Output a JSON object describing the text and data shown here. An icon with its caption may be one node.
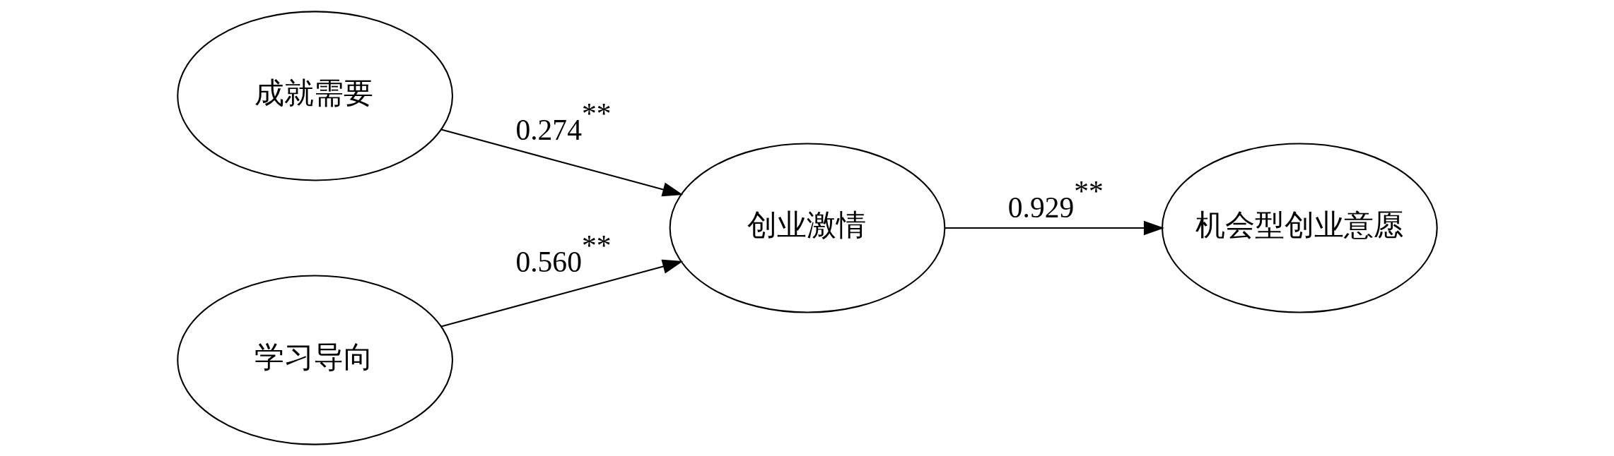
{
  "diagram": {
    "nodes": [
      {
        "text": [
          "成就需要"
        ]
      },
      {
        "text": [
          "学习导向"
        ]
      },
      {
        "text": [
          "创业激情"
        ]
      },
      {
        "text": [
          "机会型创业意愿"
        ]
      }
    ],
    "edges": [
      {
        "from": 0,
        "to": 2,
        "arrow": "to",
        "label": "0.274$^{**}$"
      },
      {
        "from": 1,
        "to": 2,
        "arrow": "to",
        "label": "0.560$^{**}$"
      },
      {
        "from": 2,
        "to": 3,
        "arrow": "to",
        "label": "0.929$^{**}$"
      }
    ]
  }
}
